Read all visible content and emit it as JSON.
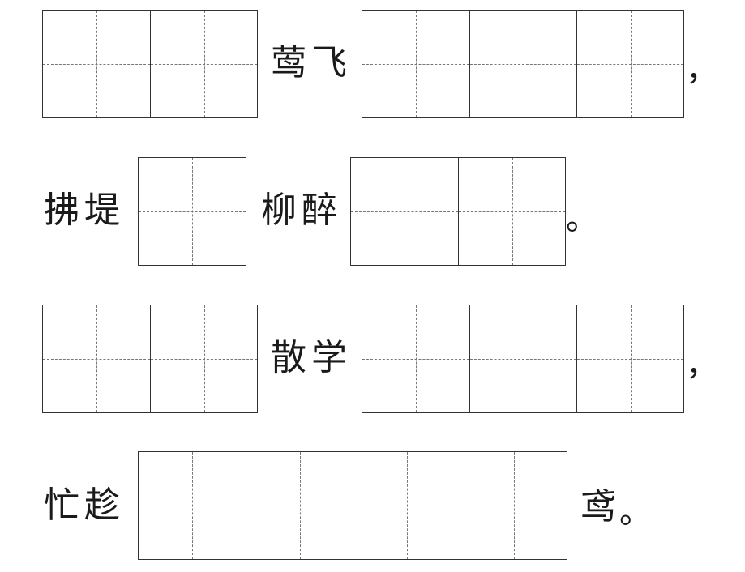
{
  "lines": [
    {
      "text_a": "莺飞",
      "punct": "，"
    },
    {
      "text_a": "拂堤",
      "text_b": "柳醉",
      "punct": "。"
    },
    {
      "text_a": "散学",
      "punct": "，"
    },
    {
      "text_a": "忙趁",
      "text_b": "鸢",
      "punct": "。"
    }
  ]
}
